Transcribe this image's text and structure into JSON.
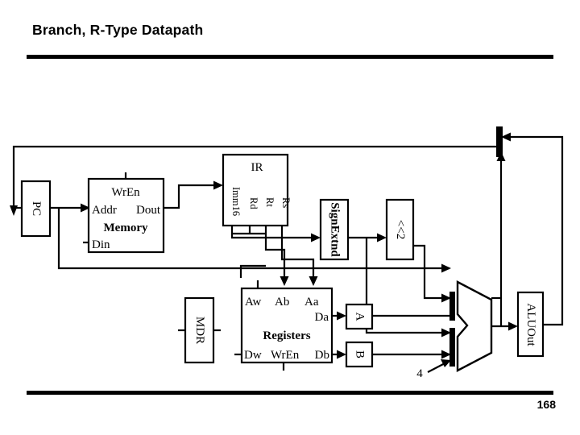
{
  "slide": {
    "title": "Branch, R-Type Datapath",
    "page_number": "168",
    "accent_color": "#000000",
    "background_color": "#ffffff"
  },
  "diagram": {
    "name": "mips-multicycle-branch-rtype-datapath",
    "blocks": {
      "pc": {
        "label": "PC"
      },
      "memory": {
        "name": "Memory",
        "wren": "WrEn",
        "addr": "Addr",
        "dout": "Dout",
        "din": "Din"
      },
      "ir": {
        "title": "IR",
        "fields": [
          "Imm16",
          "Rd",
          "Rt",
          "Rs"
        ]
      },
      "sign_extend": {
        "label": "SignExtnd"
      },
      "shift_left": {
        "label": "<<2"
      },
      "mdr": {
        "label": "MDR"
      },
      "registers": {
        "name": "Registers",
        "aw": "Aw",
        "ab": "Ab",
        "aa": "Aa",
        "da": "Da",
        "dw": "Dw",
        "wren": "WrEn",
        "db": "Db"
      },
      "reg_a": {
        "label": "A"
      },
      "reg_b": {
        "label": "B"
      },
      "alu_out": {
        "label": "ALUOut"
      },
      "constant_four": {
        "label": "4"
      }
    }
  }
}
